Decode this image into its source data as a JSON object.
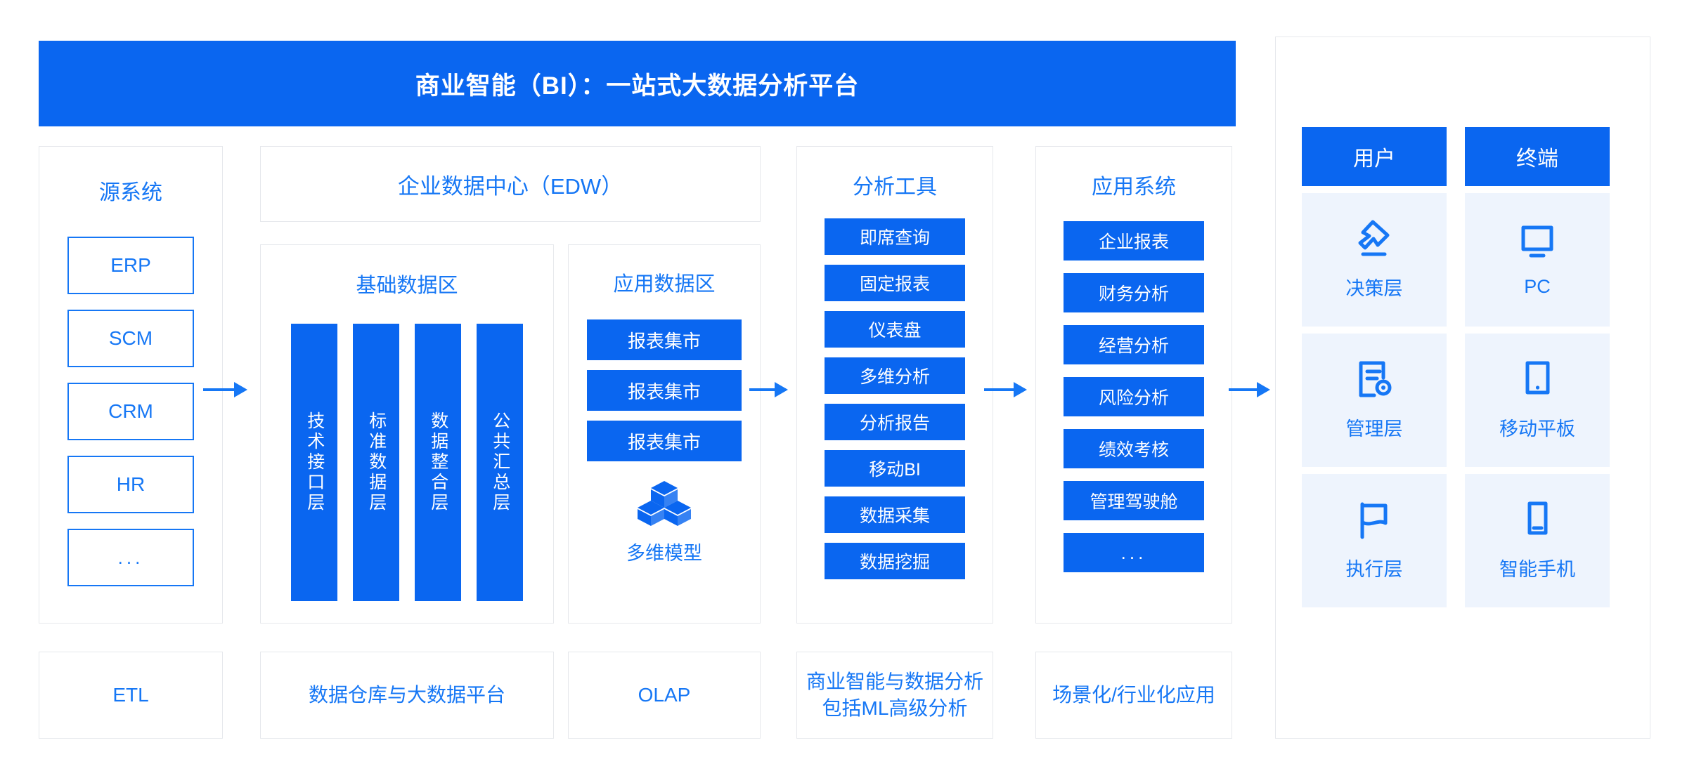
{
  "banner": {
    "title": "商业智能（BI）：一站式大数据分析平台"
  },
  "source_systems": {
    "title": "源系统",
    "items": [
      "ERP",
      "SCM",
      "CRM",
      "HR",
      "..."
    ],
    "bottom_label": "ETL"
  },
  "edw": {
    "title": "企业数据中心（EDW）",
    "basic_zone": {
      "title": "基础数据区",
      "layers": [
        "技术接口层",
        "标准数据层",
        "数据整合层",
        "公共汇总层"
      ]
    },
    "app_zone": {
      "title": "应用数据区",
      "marts": [
        "报表集市",
        "报表集市",
        "报表集市"
      ],
      "model_icon": "cube-stack-icon",
      "model_label": "多维模型"
    },
    "bottom_label_basic": "数据仓库与大数据平台",
    "bottom_label_app": "OLAP"
  },
  "analysis_tools": {
    "title": "分析工具",
    "items": [
      "即席查询",
      "固定报表",
      "仪表盘",
      "多维分析",
      "分析报告",
      "移动BI",
      "数据采集",
      "数据挖掘"
    ],
    "bottom_label": "商业智能与数据分析\n包括ML高级分析",
    "bottom_label_line1": "商业智能与数据分析",
    "bottom_label_line2": "包括ML高级分析"
  },
  "application_systems": {
    "title": "应用系统",
    "items": [
      "企业报表",
      "财务分析",
      "经营分析",
      "风险分析",
      "绩效考核",
      "管理驾驶舱",
      "..."
    ],
    "bottom_label": "场景化/行业化应用"
  },
  "right_panel": {
    "users": {
      "header": "用户",
      "cells": [
        {
          "icon": "gavel-icon",
          "label": "决策层"
        },
        {
          "icon": "document-gear-icon",
          "label": "管理层"
        },
        {
          "icon": "flag-icon",
          "label": "执行层"
        }
      ]
    },
    "terminals": {
      "header": "终端",
      "cells": [
        {
          "icon": "monitor-icon",
          "label": "PC"
        },
        {
          "icon": "tablet-icon",
          "label": "移动平板"
        },
        {
          "icon": "smartphone-icon",
          "label": "智能手机"
        }
      ]
    }
  },
  "colors": {
    "primary": "#0a66f0",
    "accent": "#1677f5",
    "panel_bg": "#eef4fd",
    "border": "#e6e8ec"
  }
}
